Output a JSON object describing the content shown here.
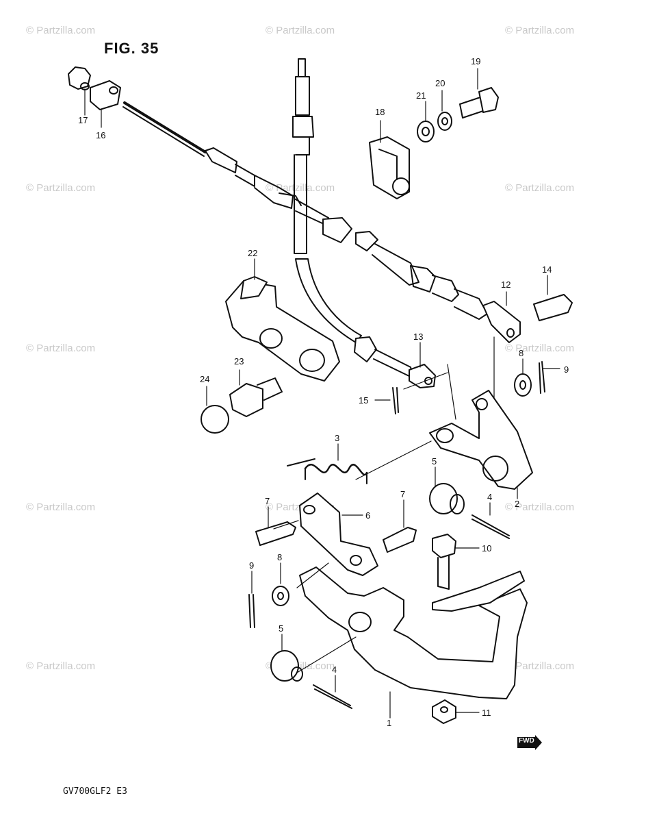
{
  "figure": {
    "title": "FIG. 35",
    "model_code": "GV700GLF2  E3"
  },
  "watermark": {
    "text": "© Partzilla.com",
    "color": "#c9c9c9"
  },
  "fwd_indicator": {
    "label": "FWD",
    "icon": "forward-arrow-icon"
  },
  "callouts": {
    "c17": "17",
    "c16": "16",
    "c18": "18",
    "c21": "21",
    "c20": "20",
    "c19": "19",
    "c22": "22",
    "c14": "14",
    "c12": "12",
    "c13": "13",
    "c8a": "8",
    "c9a": "9",
    "c23": "23",
    "c24": "24",
    "c15": "15",
    "c3": "3",
    "c5a": "5",
    "c4a": "4",
    "c2": "2",
    "c7a": "7",
    "c6": "6",
    "c7b": "7",
    "c10": "10",
    "c9b": "9",
    "c8b": "8",
    "c5b": "5",
    "c4b": "4",
    "c1": "1",
    "c11": "11"
  }
}
